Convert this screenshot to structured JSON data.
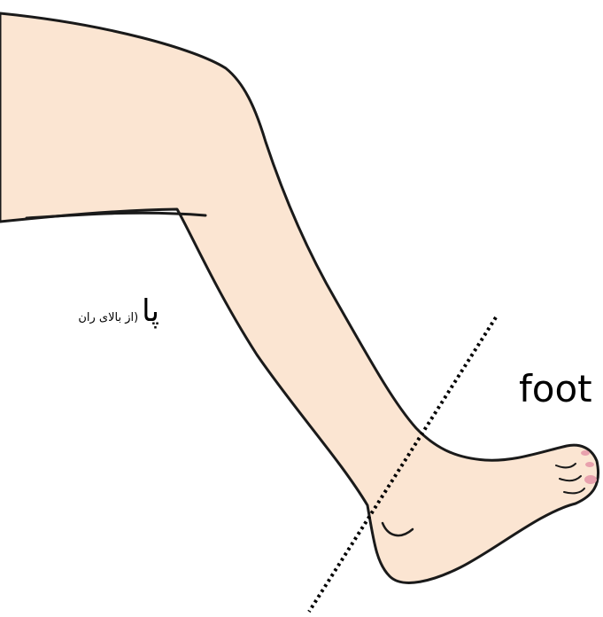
{
  "labels": {
    "leg_word": "پا",
    "leg_note": "(از بالای ران",
    "foot_word": "foot"
  },
  "colors": {
    "skin": "#fbe5d2",
    "outline": "#1a1a1a",
    "toenail": "#e8a1ad",
    "dotted_line": "#000000",
    "background": "#ffffff"
  }
}
